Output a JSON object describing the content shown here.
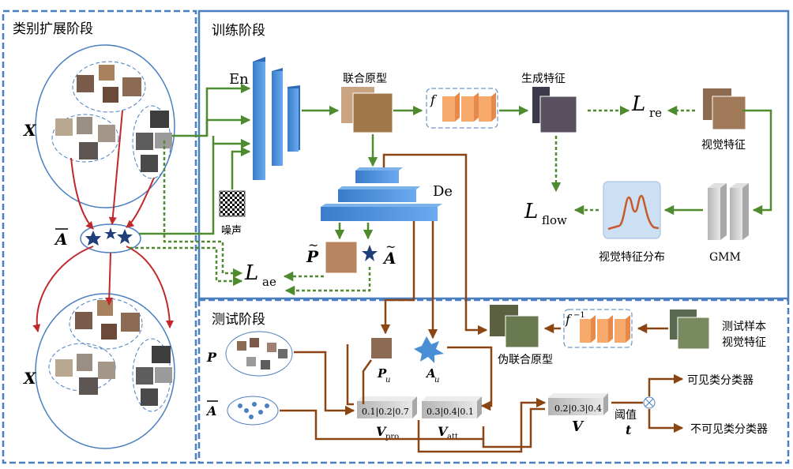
{
  "panels": {
    "category_expansion": "类别扩展阶段",
    "training": "训练阶段",
    "testing": "测试阶段"
  },
  "labels": {
    "X": "X",
    "A_bar": "A",
    "En": "En",
    "De": "De",
    "noise": "噪声",
    "joint_prototype": "联合原型",
    "f": "f",
    "generated_features": "生成特征",
    "L": "L",
    "re": "re",
    "flow": "flow",
    "ae": "ae",
    "visual_features": "视觉特征",
    "visual_feature_dist": "视觉特征分布",
    "GMM": "GMM",
    "P_tilde": "P",
    "A_tilde": "A",
    "P": "P",
    "P_u": "P",
    "A_u": "A",
    "u": "u",
    "f_inv": "f",
    "inv_sup": "−1",
    "pseudo_joint_prototype": "伪联合原型",
    "test_sample_features_1": "测试样本",
    "test_sample_features_2": "视觉特征",
    "V_pro_values": "0.1|0.2|0.7",
    "V_att_values": "0.3|0.4|0.1",
    "V_values": "0.2|0.3|0.4",
    "V": "V",
    "pro": "pro",
    "att": "att",
    "threshold": "阈值",
    "t": "t",
    "seen_classifier": "可见类分类器",
    "unseen_classifier": "不可见类分类器",
    "otimes": "⊗"
  },
  "colors": {
    "panel_border": "#4a7fc1",
    "green_arrow": "#4e8a2e",
    "red_arrow": "#c0282e",
    "brown_arrow": "#8b4513",
    "blue_block": "#4a8fd6",
    "orange_block": "#f6a96b",
    "gray_block": "#c8c8c8"
  }
}
